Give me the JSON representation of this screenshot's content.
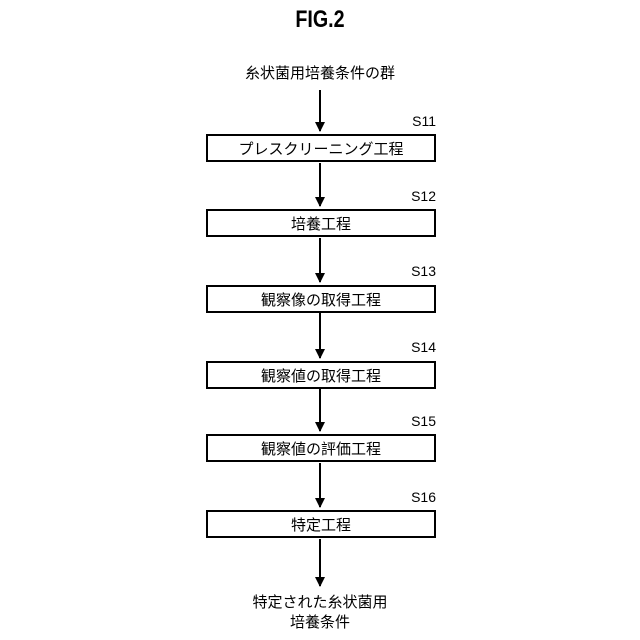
{
  "figure": {
    "title": "FIG.2"
  },
  "input": {
    "label": "糸状菌用培養条件の群"
  },
  "steps": [
    {
      "id": "S11",
      "label": "プレスクリーニング工程"
    },
    {
      "id": "S12",
      "label": "培養工程"
    },
    {
      "id": "S13",
      "label": "観察像の取得工程"
    },
    {
      "id": "S14",
      "label": "観察値の取得工程"
    },
    {
      "id": "S15",
      "label": "観察値の評価工程"
    },
    {
      "id": "S16",
      "label": "特定工程"
    }
  ],
  "output": {
    "line1": "特定された糸状菌用",
    "line2": "培養条件"
  }
}
